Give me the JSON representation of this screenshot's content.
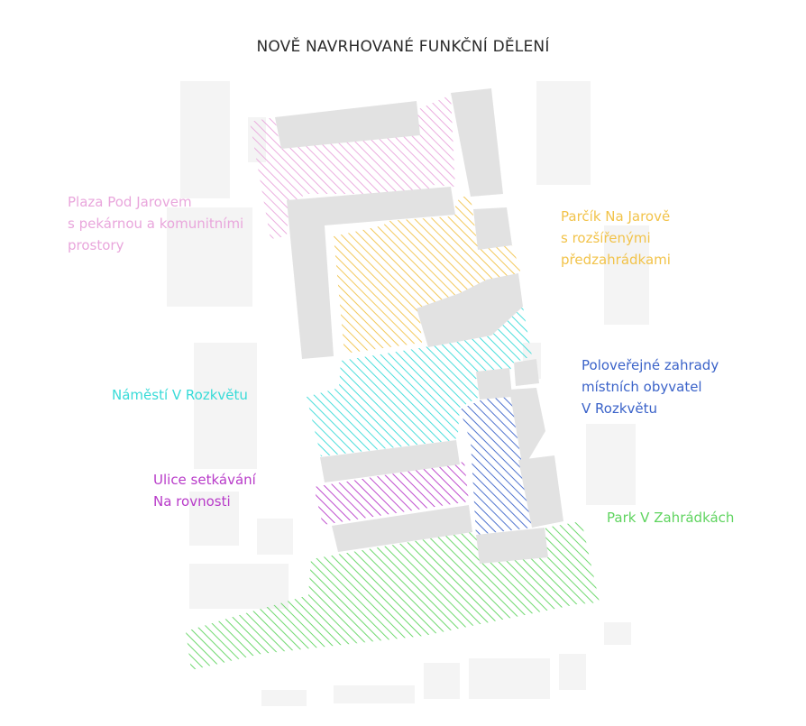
{
  "title": "NOVĚ NAVRHOVANÉ FUNKČNÍ DĚLENÍ",
  "zones": [
    {
      "id": "plaza",
      "label": "Plaza Pod Jarovem\ns pekárnou a komunitními\nprostory",
      "color": "#e9a6dc"
    },
    {
      "id": "parcik",
      "label": "Parčík Na Jarově\ns rozšířenými\npředzahrádkami",
      "color": "#f2c34a"
    },
    {
      "id": "namesti",
      "label": "Náměstí V Rozkvětu",
      "color": "#38dbd8"
    },
    {
      "id": "zahrady",
      "label": "Poloveřejné zahrady\nmístních obyvatel\nV Rozkvětu",
      "color": "#3b63c9"
    },
    {
      "id": "ulice",
      "label": "Ulice setkávání\nNa rovnosti",
      "color": "#b83bc9"
    },
    {
      "id": "park",
      "label": "Park V Zahrádkách",
      "color": "#5fd45f"
    }
  ]
}
